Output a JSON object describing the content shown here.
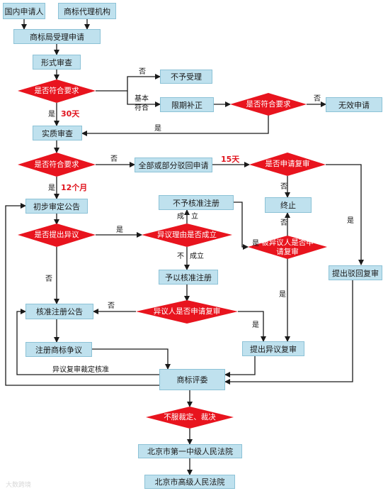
{
  "nodes": {
    "domestic_applicant": "国内申请人",
    "trademark_agency": "商标代理机构",
    "office_accept": "商标局受理申请",
    "formal_exam": "形式审查",
    "d_formal_ok": "是否符合要求",
    "reject_accept": "不予受理",
    "correction": "限期补正",
    "d_correction_ok": "是否符合要求",
    "invalid_application": "无效申请",
    "substantive_exam": "实质审查",
    "d_substantive_ok": "是否符合要求",
    "full_partial_reject": "全部或部分驳回申请",
    "d_apply_review": "是否申请复审",
    "terminate": "终止",
    "preliminary_announce": "初步审定公告",
    "d_opposition_filed": "是否提出异议",
    "d_opposition_grounds": "异议理由是否成立",
    "not_approved_registration": "不予核准注册",
    "d_opposed_party_review": "被异议人是否申请复审",
    "approve_registration": "予以核准注册",
    "d_opponent_review": "异议人是否申请复审",
    "approved_announce": "核准注册公告",
    "registered_dispute": "注册商标争议",
    "opposition_review": "提出异议复审",
    "rejection_review": "提出驳回复审",
    "trab": "商标评委",
    "d_disagree": "不服裁定、裁决",
    "court_first": "北京市第一中级人民法院",
    "court_high": "北京市高级人民法院"
  },
  "edge_labels": {
    "no_1": "否",
    "basic_conform_1": "基本",
    "basic_conform_2": "符合",
    "no_2": "否",
    "yes_1": "是",
    "days_30": "30天",
    "yes_2": "是",
    "no_3": "否",
    "days_15": "15天",
    "no_4": "否",
    "yes_3": "是",
    "months_12": "12个月",
    "no_5": "否",
    "yes_4": "是",
    "established_1": "成",
    "established_2": "立",
    "yes_5": "是",
    "not_established_1": "不",
    "not_established_2": "成立",
    "no_6": "否",
    "no_7": "否",
    "yes_6": "是",
    "yes_7": "是",
    "review_ruling_approve": "异议复审裁定核准"
  },
  "watermark": "大数跨境",
  "colors": {
    "box_fill": "#bfe1ee",
    "box_border": "#8cc2d6",
    "diamond_fill": "#e8141e",
    "line": "#1a1a1a",
    "accent_text": "#e0141e"
  }
}
